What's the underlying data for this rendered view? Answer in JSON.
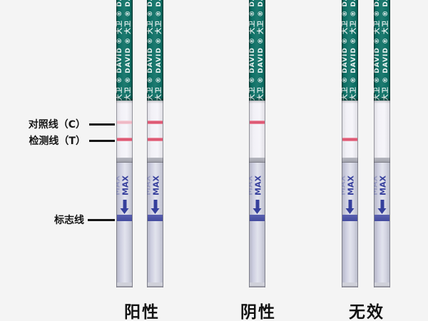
{
  "canvas": {
    "background": "#f4f4f4"
  },
  "print": {
    "max_label": "MAX",
    "brand_pattern": "大卫 ® DAVID ® 大卫 ® DAVID ®"
  },
  "annotations": {
    "control": "对照线（C）",
    "test": "检测线（T）",
    "marker": "标志线"
  },
  "results": {
    "positive": "阳性",
    "negative": "阴性",
    "invalid": "无效"
  },
  "strips": [
    {
      "id": 1,
      "group": "positive",
      "control_line": "faint",
      "test_line": "strong"
    },
    {
      "id": 2,
      "group": "positive",
      "control_line": "strong",
      "test_line": "strong"
    },
    {
      "id": 3,
      "group": "negative",
      "control_line": "strong",
      "test_line": "none"
    },
    {
      "id": 4,
      "group": "invalid",
      "control_line": "none",
      "test_line": "strong"
    },
    {
      "id": 5,
      "group": "invalid",
      "control_line": "none",
      "test_line": "none"
    }
  ],
  "colors": {
    "handle_teal": "#0d7065",
    "line_strong": "#dc5571",
    "line_faint": "#eeb6c4",
    "marker_band_blue": "#4b51a5",
    "print_blue": "#39429e",
    "background": "#f4f4f4"
  }
}
